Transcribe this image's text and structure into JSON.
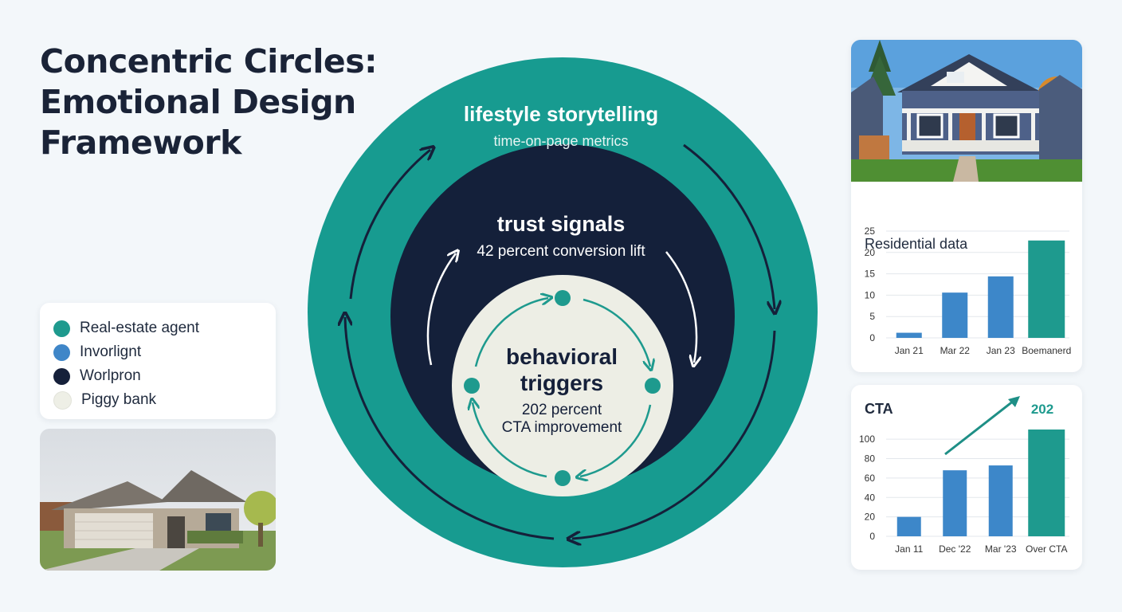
{
  "title": {
    "line1": "Concentric Circles:",
    "line2": "Emotional Design",
    "line3": "Framework"
  },
  "legend": {
    "items": [
      {
        "label": "Real-estate agent",
        "color": "#1e9a8e"
      },
      {
        "label": "Invorlignt",
        "color": "#3f86c8"
      },
      {
        "label": "Worlpron",
        "color": "#15203a"
      },
      {
        "label": "Piggy bank",
        "color": "#eeefe6"
      }
    ]
  },
  "rings": {
    "outer": {
      "title": "lifestyle storytelling",
      "subtitle": "time-on-page metrics",
      "color": "#179b90"
    },
    "middle": {
      "title": "trust signals",
      "subtitle": "42 percent conversion lift",
      "color": "#14203a"
    },
    "inner": {
      "title_line1": "behavioral",
      "title_line2": "triggers",
      "subtitle_line1": "202 percent",
      "subtitle_line2": "CTA improvement",
      "color": "#edeee5"
    }
  },
  "photos": {
    "left": {
      "icon": "house-photo"
    },
    "right": {
      "icon": "house-photo"
    }
  },
  "chart_data": [
    {
      "type": "bar",
      "title": "Residential data",
      "categories": [
        "Jan 21",
        "Mar 22",
        "Jan 23",
        "Boemanerd"
      ],
      "values": [
        1.2,
        10.6,
        14.4,
        22.8
      ],
      "ylim": [
        0,
        25
      ],
      "yticks": [
        0,
        5,
        10,
        15,
        20,
        25
      ],
      "bar_colors": [
        "#3d87c9",
        "#3d87c9",
        "#3d87c9",
        "#1e9a8e"
      ],
      "grid": true
    },
    {
      "type": "bar",
      "title": "CTA",
      "categories": [
        "Jan 11",
        "Dec '22",
        "Mar '23",
        "Over CTA"
      ],
      "values": [
        20,
        68,
        73,
        110
      ],
      "ylim": [
        0,
        110
      ],
      "yticks": [
        0,
        20,
        40,
        60,
        80,
        100
      ],
      "bar_colors": [
        "#3d87c9",
        "#3d87c9",
        "#3d87c9",
        "#1e9a8e"
      ],
      "annotation": "202",
      "grid": true
    }
  ]
}
